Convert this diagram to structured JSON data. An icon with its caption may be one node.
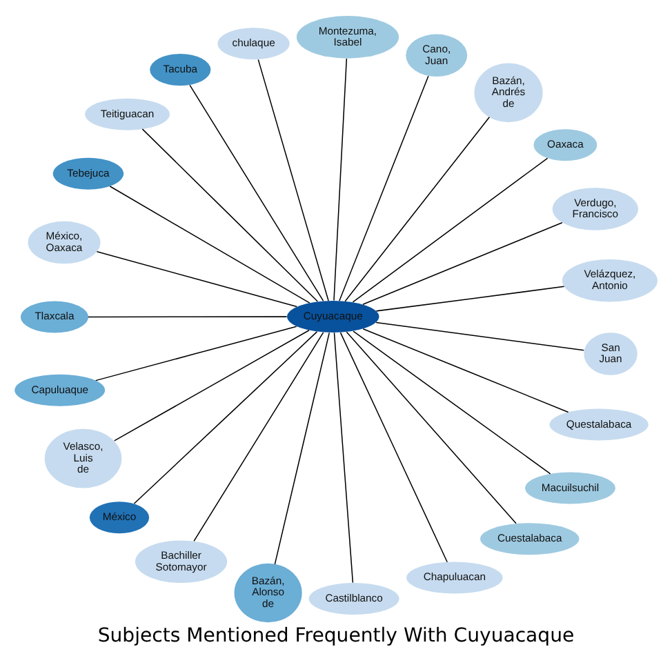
{
  "diagram": {
    "title": "Subjects Mentioned Frequently With Cuyuacaque",
    "nodes": [
      {
        "text": [
          "Cuyuacaque"
        ]
      },
      {
        "text": [
          "Velázquez, Antonio"
        ]
      },
      {
        "text": [
          "Verdugo, Francisco"
        ]
      },
      {
        "text": [
          "Oaxaca"
        ]
      },
      {
        "text": [
          "Bazán, Andrés de"
        ]
      },
      {
        "text": [
          "Cano, Juan"
        ]
      },
      {
        "text": [
          "Montezuma, Isabel"
        ]
      },
      {
        "text": [
          "chulaque"
        ]
      },
      {
        "text": [
          "Tacuba"
        ]
      },
      {
        "text": [
          "Teitiguacan"
        ]
      },
      {
        "text": [
          "Tebejuca"
        ]
      },
      {
        "text": [
          "México, Oaxaca"
        ]
      },
      {
        "text": [
          "Tlaxcala"
        ]
      },
      {
        "text": [
          "Capuluaque"
        ]
      },
      {
        "text": [
          "Velasco, Luis de"
        ]
      },
      {
        "text": [
          "México"
        ]
      },
      {
        "text": [
          "Bachiller Sotomayor"
        ]
      },
      {
        "text": [
          "Bazán, Alonso de"
        ]
      },
      {
        "text": [
          "Castilblanco"
        ]
      },
      {
        "text": [
          "Chapuluacan"
        ]
      },
      {
        "text": [
          "Cuestalabaca"
        ]
      },
      {
        "text": [
          "Macuilsuchil"
        ]
      },
      {
        "text": [
          "Questalabaca"
        ]
      },
      {
        "text": [
          "San Juan"
        ]
      }
    ],
    "edges": [
      {
        "from": 0,
        "to": 1,
        "arrow": "none"
      },
      {
        "from": 0,
        "to": 2,
        "arrow": "none"
      },
      {
        "from": 0,
        "to": 3,
        "arrow": "none"
      },
      {
        "from": 0,
        "to": 4,
        "arrow": "none"
      },
      {
        "from": 0,
        "to": 5,
        "arrow": "none"
      },
      {
        "from": 0,
        "to": 6,
        "arrow": "none"
      },
      {
        "from": 0,
        "to": 7,
        "arrow": "none"
      },
      {
        "from": 0,
        "to": 8,
        "arrow": "none"
      },
      {
        "from": 0,
        "to": 9,
        "arrow": "none"
      },
      {
        "from": 0,
        "to": 10,
        "arrow": "none"
      },
      {
        "from": 0,
        "to": 11,
        "arrow": "none"
      },
      {
        "from": 0,
        "to": 12,
        "arrow": "none"
      },
      {
        "from": 0,
        "to": 13,
        "arrow": "none"
      },
      {
        "from": 0,
        "to": 14,
        "arrow": "none"
      },
      {
        "from": 0,
        "to": 15,
        "arrow": "none"
      },
      {
        "from": 0,
        "to": 16,
        "arrow": "none"
      },
      {
        "from": 0,
        "to": 17,
        "arrow": "none"
      },
      {
        "from": 0,
        "to": 18,
        "arrow": "none"
      },
      {
        "from": 0,
        "to": 19,
        "arrow": "none"
      },
      {
        "from": 0,
        "to": 20,
        "arrow": "none"
      },
      {
        "from": 0,
        "to": 21,
        "arrow": "none"
      },
      {
        "from": 0,
        "to": 22,
        "arrow": "none"
      },
      {
        "from": 0,
        "to": 23,
        "arrow": "none"
      }
    ]
  }
}
